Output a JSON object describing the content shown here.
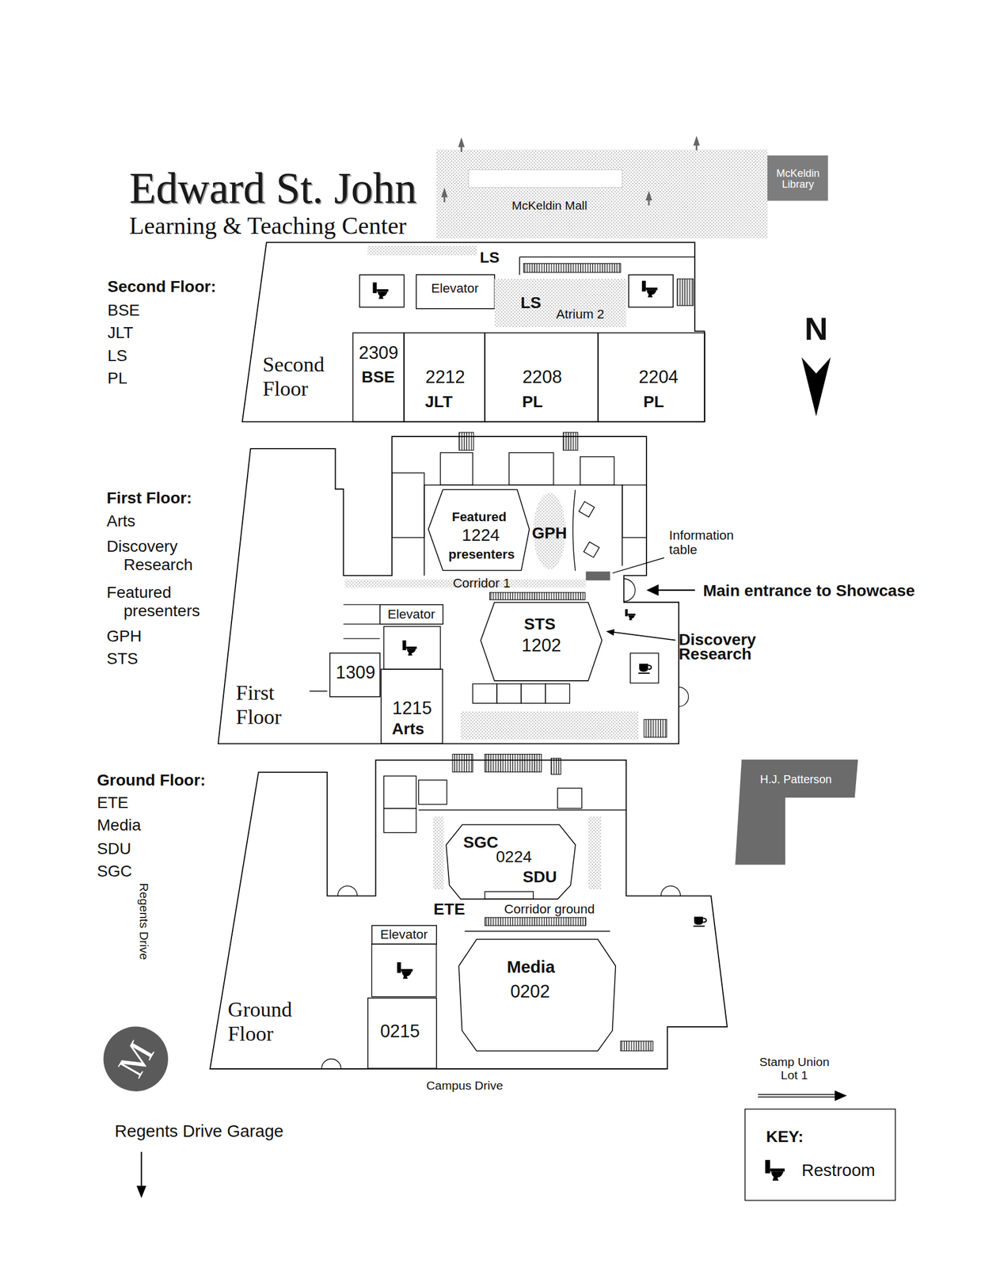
{
  "diagram": {
    "title": "Edward St. John",
    "nodes": [
      {
        "text": [
          "McKeldin Mall"
        ]
      },
      {
        "text": [
          "McKeldin Library"
        ]
      },
      {
        "text": [
          "Second Floor"
        ]
      },
      {
        "text": [
          "Elevator"
        ],
        "in": 2
      },
      {
        "text": [
          "LS",
          "Atrium 2"
        ],
        "in": 2
      },
      {
        "text": [
          "2309",
          "BSE"
        ],
        "in": 2
      },
      {
        "text": [
          "2212",
          "JLT"
        ],
        "in": 2
      },
      {
        "text": [
          "2208",
          "PL"
        ],
        "in": 2
      },
      {
        "text": [
          "2204",
          "PL"
        ],
        "in": 2
      },
      {
        "text": [
          "First Floor"
        ]
      },
      {
        "text": [
          "Featured",
          "1224",
          "presenters"
        ],
        "in": 9
      },
      {
        "text": [
          "STS",
          "1202"
        ],
        "in": 9
      },
      {
        "text": [
          "Elevator"
        ],
        "in": 9
      },
      {
        "text": [
          "1309"
        ],
        "in": 9
      },
      {
        "text": [
          "1215",
          "Arts"
        ],
        "in": 9
      },
      {
        "text": [
          "H.J. Patterson"
        ]
      },
      {
        "text": [
          "Ground Floor"
        ]
      },
      {
        "text": [
          "SGC",
          "0224",
          "SDU"
        ],
        "in": 16
      },
      {
        "text": [
          "Elevator"
        ],
        "in": 16
      },
      {
        "text": [
          "Media",
          "0202"
        ],
        "in": 16
      },
      {
        "text": [
          "0215"
        ],
        "in": 16
      }
    ],
    "labels": [
      "Learning & Teaching Center",
      "LS",
      "Second Floor:",
      "BSE",
      "JLT",
      "LS",
      "PL",
      "N",
      "First Floor:",
      "Arts",
      "Discovery Research",
      "Featured presenters",
      "GPH",
      "STS",
      "GPH",
      "Information table",
      "Corridor 1",
      "Main entrance to Showcase",
      "Discovery Research",
      "Ground Floor:",
      "ETE",
      "Media",
      "SDU",
      "SGC",
      "Regents Drive",
      "ETE",
      "Corridor ground",
      "Campus Drive",
      "Stamp Union Lot 1",
      "Regents Drive Garage",
      "M",
      "KEY:"
    ],
    "legend": [
      {
        "text": "Restroom"
      }
    ]
  }
}
